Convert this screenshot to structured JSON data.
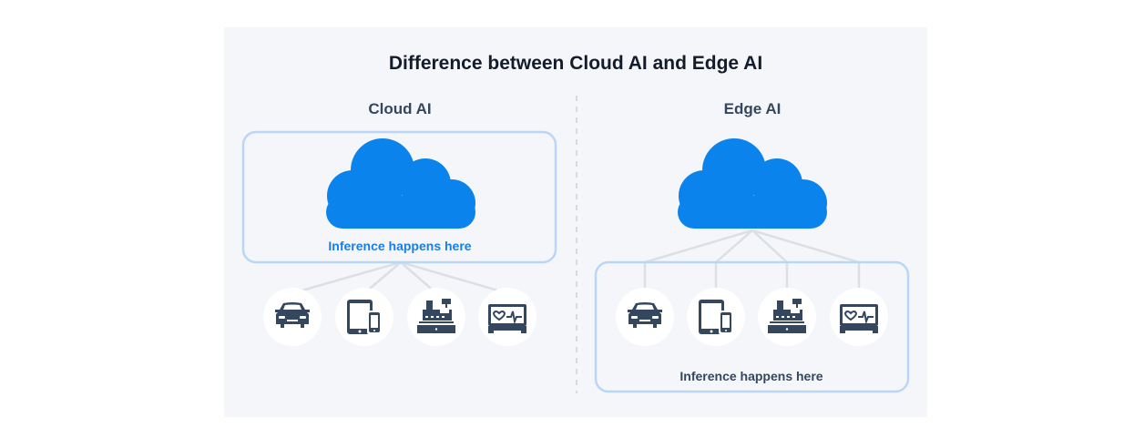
{
  "title": "Difference between Cloud AI and Edge AI",
  "cloud_ai": {
    "label": "Cloud AI",
    "inference_label": "Inference happens here",
    "devices": [
      "car-icon",
      "tablet-phone-icon",
      "cash-register-icon",
      "heart-monitor-icon"
    ]
  },
  "edge_ai": {
    "label": "Edge AI",
    "inference_label": "Inference happens here",
    "devices": [
      "car-icon",
      "tablet-phone-icon",
      "cash-register-icon",
      "heart-monitor-icon"
    ]
  },
  "colors": {
    "panel": "#f4f6fa",
    "cloud": "#0a84ec",
    "box_border": "#b9d6f6",
    "icon": "#34475f",
    "accent_text": "#1a7ee6",
    "title": "#141c2b"
  }
}
